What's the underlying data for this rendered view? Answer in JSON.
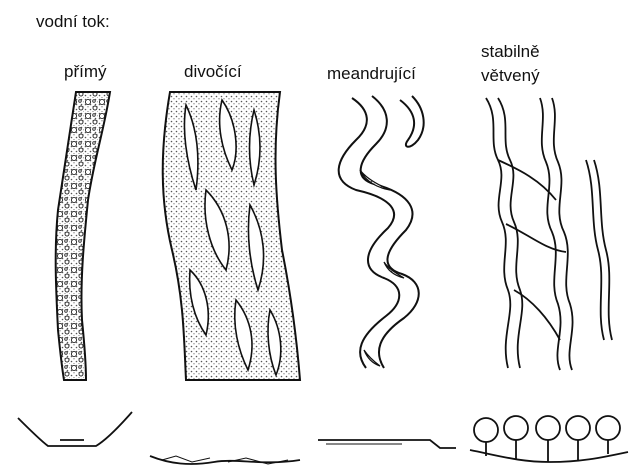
{
  "title": "vodní tok:",
  "types": [
    {
      "label": "přímý",
      "icon": "straight-river-icon"
    },
    {
      "label": "divočící",
      "icon": "braided-river-icon"
    },
    {
      "label": "meandrující",
      "icon": "meandering-river-icon"
    },
    {
      "label_lines": [
        "stabilně",
        "větvený"
      ],
      "icon": "anastomosing-river-icon"
    }
  ],
  "colors": {
    "line": "#111111",
    "fill": "#ffffff",
    "stipple": "#555555"
  }
}
